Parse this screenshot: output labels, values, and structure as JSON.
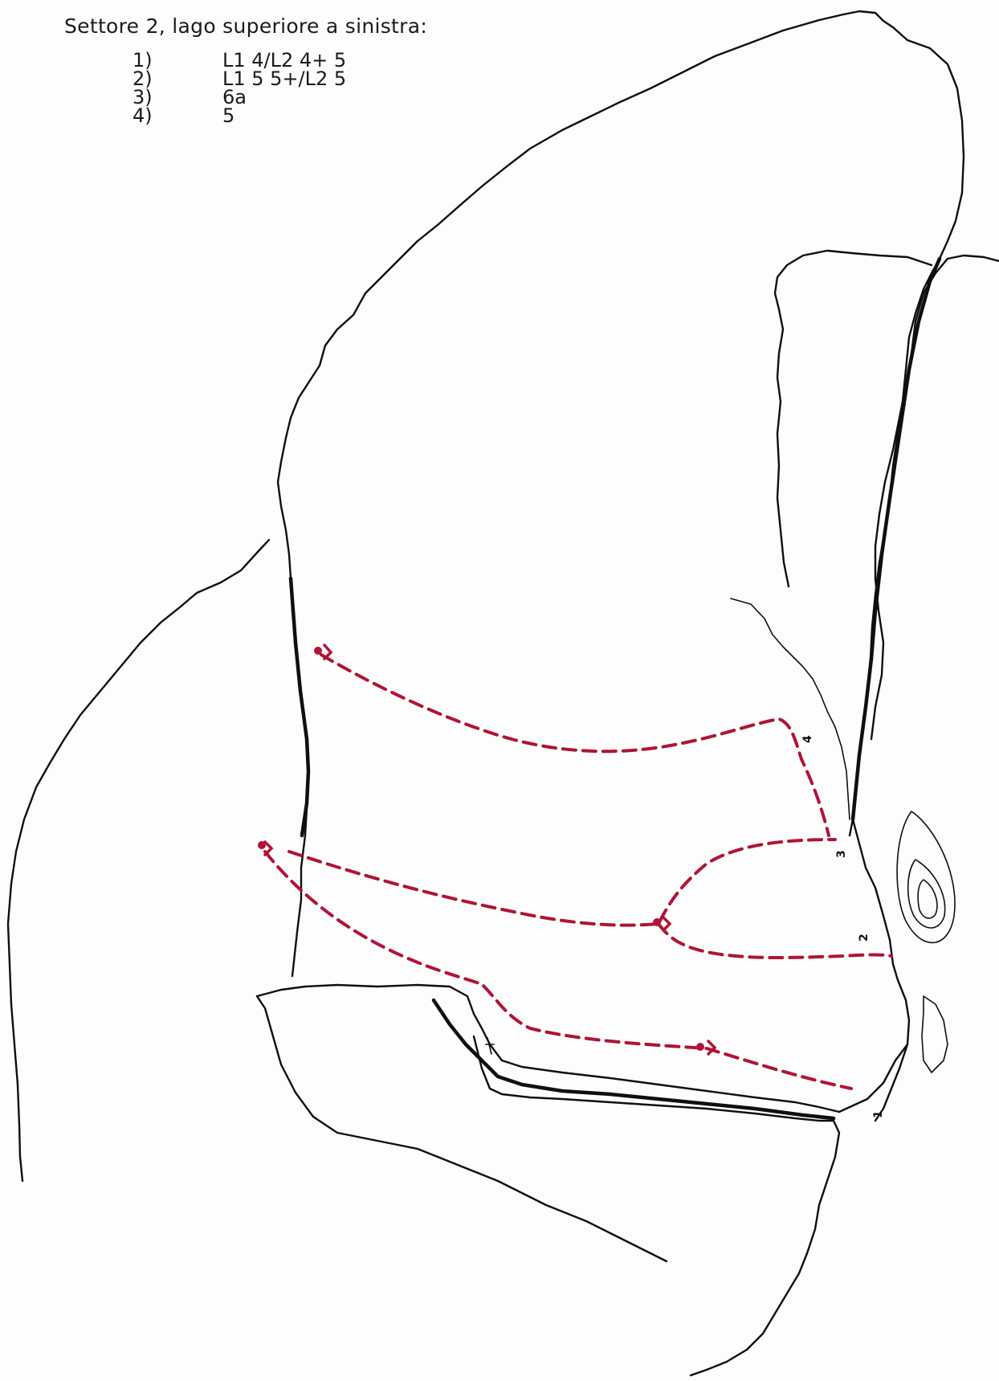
{
  "title": "Settore 2, lago superiore a sinistra:",
  "routes": [
    {
      "number": "1)",
      "grade": "L1 4/L2 4+ 5",
      "label": "1"
    },
    {
      "number": "2)",
      "grade": "L1 5 5+/L2 5",
      "label": "2"
    },
    {
      "number": "3)",
      "grade": "6a",
      "label": "3"
    },
    {
      "number": "4)",
      "grade": "5",
      "label": "4"
    }
  ],
  "colors": {
    "route_line": "#b01436",
    "rock_outline": "#0f0f0f"
  }
}
